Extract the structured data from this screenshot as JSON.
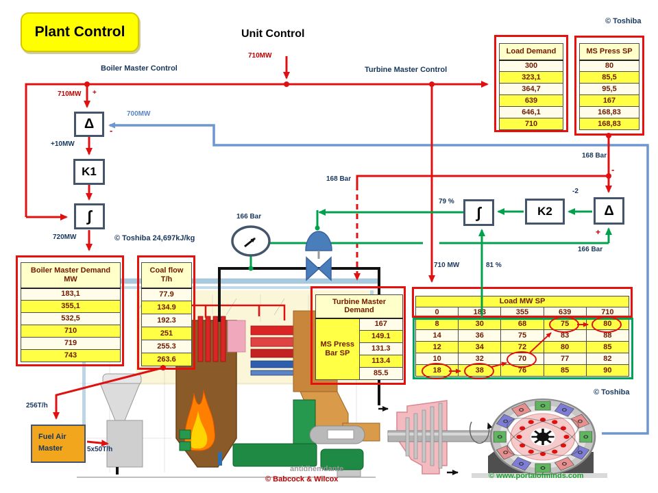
{
  "slide": {
    "title": "Plant Control",
    "subtitle": "Unit Control"
  },
  "section_labels": {
    "boiler_master_control": "Boiler Master Control",
    "turbine_master_control": "Turbine Master Control"
  },
  "credits": {
    "toshiba_top": "© Toshiba",
    "toshiba_mid": "© Toshiba  24,697kJ/kg",
    "toshiba_bottom": "© Toshiba",
    "babcock": "© Babcock & Wilcox",
    "portal": "© www.portalofminds.com",
    "watermark": "antidhemdante"
  },
  "blocks": {
    "delta": "Δ",
    "k1": "K1",
    "integral": "∫",
    "k2": "K2"
  },
  "signal_labels": {
    "mw710_top": "710MW",
    "plus_top": "+",
    "mw710_in": "710MW",
    "mw700_fb": "700MW",
    "minus_fb": "-",
    "plus10mw": "+10MW",
    "mw720": "720MW",
    "bar168_right": "168 Bar",
    "minus_right": "-",
    "minus2": "-2",
    "plus_right": "+",
    "bar166_right": "166 Bar",
    "pct79": "79 %",
    "pct81": "81 %",
    "mw710_mid": "710 MW",
    "bar168_mid": "168 Bar",
    "bar166_gauge": "166 Bar",
    "coal_total": "256T/h",
    "coal_mills": "5x50T/h"
  },
  "fuel_air_master": {
    "line1": "Fuel Air",
    "line2": "Master"
  },
  "tables": {
    "load_demand": {
      "col1_header": "Load Demand",
      "col2_header": "MS Press SP",
      "col1": [
        "300",
        "323,1",
        "364,7",
        "639",
        "646,1",
        "710"
      ],
      "col2": [
        "80",
        "85,5",
        "95,5",
        "167",
        "168,83",
        "168,83"
      ]
    },
    "boiler_master": {
      "header": [
        "Boiler Master Demand",
        "MW"
      ],
      "values": [
        "183,1",
        "355,1",
        "532,5",
        "710",
        "719",
        "743"
      ]
    },
    "coal_flow": {
      "header": [
        "Coal flow",
        "T/h"
      ],
      "values": [
        "77.9",
        "134.9",
        "192.3",
        "251",
        "255.3",
        "263.6"
      ]
    },
    "turbine_master": {
      "header": [
        "Turbine Master",
        "Demand"
      ],
      "row_label": [
        "MS Press",
        "Bar SP"
      ],
      "values": [
        "167",
        "149.1",
        "131.3",
        "113.4",
        "85.5"
      ]
    },
    "load_mw_sp": {
      "title": "Load MW SP",
      "columns": [
        "0",
        "183",
        "355",
        "639",
        "710"
      ],
      "rows": [
        [
          "8",
          "30",
          "68",
          "75",
          "80"
        ],
        [
          "14",
          "36",
          "75",
          "83",
          "88"
        ],
        [
          "12",
          "34",
          "72",
          "80",
          "85"
        ],
        [
          "10",
          "32",
          "70",
          "77",
          "82"
        ],
        [
          "18",
          "38",
          "76",
          "85",
          "90"
        ]
      ]
    }
  },
  "colors": {
    "signal_red": "#e01010",
    "signal_green": "#00a14b",
    "feedback_blue": "#6e96d0",
    "table_yellow": "#ffff45",
    "label_navy": "#17365d",
    "frame_red": "#e8100c",
    "matrix_frame_green": "#00a35c"
  }
}
